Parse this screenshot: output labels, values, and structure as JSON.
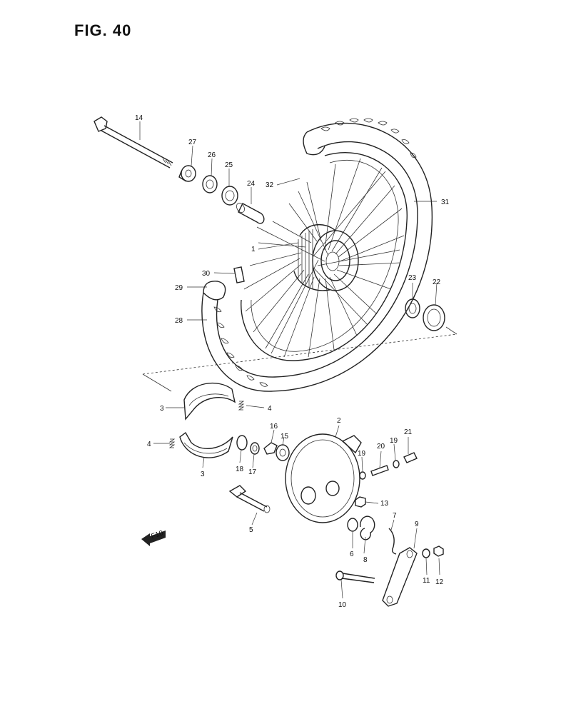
{
  "figure": {
    "title": "FIG.  40"
  },
  "callouts": [
    {
      "id": "c14",
      "text": "14"
    },
    {
      "id": "c27",
      "text": "27"
    },
    {
      "id": "c26",
      "text": "26"
    },
    {
      "id": "c25",
      "text": "25"
    },
    {
      "id": "c24",
      "text": "24"
    },
    {
      "id": "c32",
      "text": "32"
    },
    {
      "id": "c31",
      "text": "31"
    },
    {
      "id": "c1",
      "text": "1"
    },
    {
      "id": "c30",
      "text": "30"
    },
    {
      "id": "c29",
      "text": "29"
    },
    {
      "id": "c28",
      "text": "28"
    },
    {
      "id": "c23",
      "text": "23"
    },
    {
      "id": "c22",
      "text": "22"
    },
    {
      "id": "c3a",
      "text": "3"
    },
    {
      "id": "c4a",
      "text": "4"
    },
    {
      "id": "c4b",
      "text": "4"
    },
    {
      "id": "c3b",
      "text": "3"
    },
    {
      "id": "c18",
      "text": "18"
    },
    {
      "id": "c17",
      "text": "17"
    },
    {
      "id": "c16",
      "text": "16"
    },
    {
      "id": "c15",
      "text": "15"
    },
    {
      "id": "c2",
      "text": "2"
    },
    {
      "id": "c19a",
      "text": "19"
    },
    {
      "id": "c20",
      "text": "20"
    },
    {
      "id": "c19b",
      "text": "19"
    },
    {
      "id": "c21",
      "text": "21"
    },
    {
      "id": "c13",
      "text": "13"
    },
    {
      "id": "c5",
      "text": "5"
    },
    {
      "id": "c6",
      "text": "6"
    },
    {
      "id": "c8",
      "text": "8"
    },
    {
      "id": "c7",
      "text": "7"
    },
    {
      "id": "c9",
      "text": "9"
    },
    {
      "id": "c11",
      "text": "11"
    },
    {
      "id": "c12",
      "text": "12"
    },
    {
      "id": "c10",
      "text": "10"
    }
  ],
  "direction_marker": {
    "text": "F10",
    "icon": "front-arrow-icon"
  }
}
